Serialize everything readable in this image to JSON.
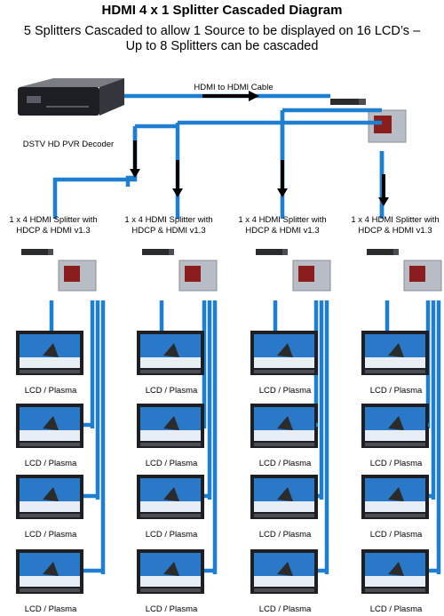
{
  "title": "HDMI 4 x 1 Splitter Cascaded Diagram",
  "subtitle_line1": "5 Splitters Cascaded to allow 1 Source to be displayed on 16 LCD’s –",
  "subtitle_line2": "Up to 8 Splitters can be cascaded",
  "cable_label": "HDMI to HDMI Cable",
  "decoder_label": "DSTV HD PVR Decoder",
  "splitter_label_line1": "1 x 4 HDMI Splitter with",
  "splitter_label_line2": "HDCP & HDMI v1.3",
  "lcd_label": "LCD / Plasma",
  "colors": {
    "cable": "#1e7fd0",
    "arrow": "#000000",
    "screen_sky": "#2a78c8"
  }
}
